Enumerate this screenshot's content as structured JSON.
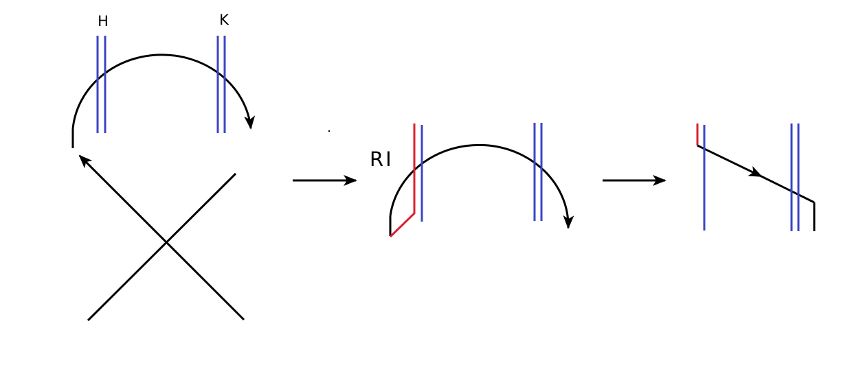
{
  "labels": {
    "h": "H",
    "k": "K",
    "ri": "RI"
  },
  "colors": {
    "stroke": "#000000",
    "blue": "#3b45c4",
    "red": "#d9202f",
    "background": "#ffffff"
  }
}
